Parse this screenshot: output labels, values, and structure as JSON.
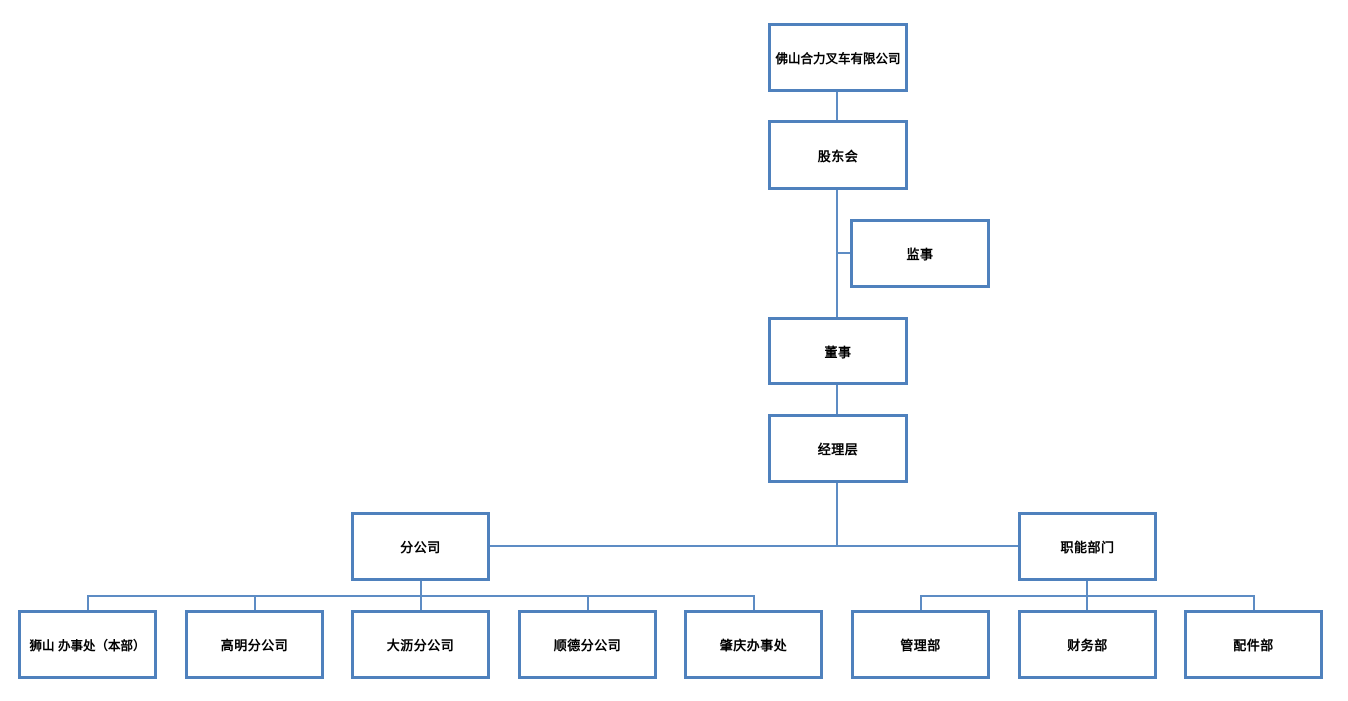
{
  "colors": {
    "box_border": "#4f81bd",
    "connector_line": "#5d8cc4",
    "text": "#000000",
    "background": "#ffffff"
  },
  "org_chart": {
    "nodes": {
      "company": {
        "label": "佛山合力叉车有限公司"
      },
      "shareholders": {
        "label": "股东会"
      },
      "supervisor": {
        "label": "监事"
      },
      "director": {
        "label": "董事"
      },
      "management": {
        "label": "经理层"
      },
      "branches": {
        "label": "分公司"
      },
      "functional": {
        "label": "职能部门"
      },
      "branch_children": [
        {
          "label": "狮山 办事处（本部）"
        },
        {
          "label": "高明分公司"
        },
        {
          "label": "大沥分公司"
        },
        {
          "label": "顺德分公司"
        },
        {
          "label": "肇庆办事处"
        }
      ],
      "functional_children": [
        {
          "label": "管理部"
        },
        {
          "label": "财务部"
        },
        {
          "label": "配件部"
        }
      ]
    }
  }
}
